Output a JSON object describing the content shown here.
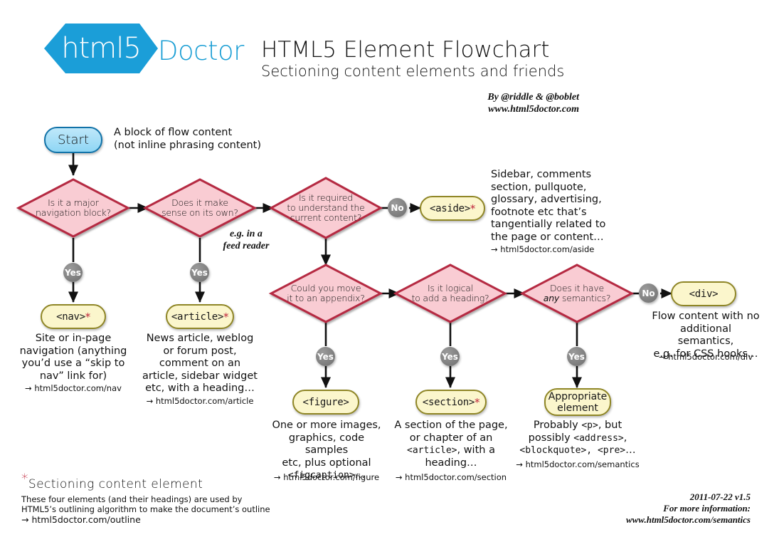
{
  "header": {
    "logo_text": "html5",
    "brand": "Doctor",
    "title": "HTML5 Element Flowchart",
    "subtitle": "Sectioning content elements and friends",
    "byline_line1": "By @riddle & @boblet",
    "byline_line2": "www.html5doctor.com",
    "logo_color": "#1b9ed8"
  },
  "start": {
    "label": "Start",
    "note_line1": "A block of flow content",
    "note_line2": "(not inline phrasing content)"
  },
  "decisions": {
    "d1": {
      "line1": "Is it a major",
      "line2": "navigation block?"
    },
    "d2": {
      "line1": "Does it make",
      "line2": "sense on its own?"
    },
    "d3": {
      "line1": "Is it required",
      "line2": "to understand the",
      "line3": "current content?"
    },
    "d4": {
      "line1": "Could you move",
      "line2": "it to an appendix?"
    },
    "d5": {
      "line1": "Is it logical",
      "line2": "to add a heading?"
    },
    "d6": {
      "line1": "Does it have",
      "line2_italic": "any",
      "line2_rest": " semantics?"
    }
  },
  "badges": {
    "yes": "Yes",
    "no": "No"
  },
  "notes": {
    "feed_reader_line1": "e.g. in a",
    "feed_reader_line2": "feed reader"
  },
  "outcomes": {
    "aside": {
      "tag": "<aside>",
      "sectioning": true,
      "desc": "Sidebar, comments section, pullquote, glossary, advertising, footnote etc that’s tangentially related to the page or content…",
      "link": "→ html5doctor.com/aside"
    },
    "nav": {
      "tag": "<nav>",
      "sectioning": true,
      "desc": "Site or in-page navigation (anything you’d use a “skip to nav” link for)",
      "link": "→ html5doctor.com/nav"
    },
    "article": {
      "tag": "<article>",
      "sectioning": true,
      "desc": "News article, weblog or forum post, comment on an article, sidebar widget etc, with a heading…",
      "link": "→ html5doctor.com/article"
    },
    "figure": {
      "tag": "<figure>",
      "sectioning": false,
      "desc_line1": "One or more images,",
      "desc_line2": "graphics, code samples",
      "desc_line3": "etc, plus optional",
      "desc_line4_mono": "<figcaption>",
      "desc_line4_rest": "…",
      "link": "→ html5doctor.com/figure"
    },
    "section": {
      "tag": "<section>",
      "sectioning": true,
      "desc_line1": "A section of the page,",
      "desc_line2": "or chapter of an",
      "desc_line3_mono": "<article>",
      "desc_line3_rest": ", with a",
      "desc_line4": "heading…",
      "link": "→ html5doctor.com/section"
    },
    "appropriate": {
      "tag_line1": "Appropriate",
      "tag_line2": "element",
      "desc_line1_a": "Probably ",
      "desc_line1_mono": "<p>",
      "desc_line1_b": ", but",
      "desc_line2_a": "possibly ",
      "desc_line2_mono": "<address>",
      "desc_line2_b": ",",
      "desc_line3_mono": "<blockquote>, <pre>",
      "desc_line3_rest": "…",
      "link": "→ html5doctor.com/semantics"
    },
    "div": {
      "tag": "<div>",
      "sectioning": false,
      "desc_line1": "Flow content with no",
      "desc_line2": "additional semantics,",
      "desc_line3": "e.g. for CSS hooks…",
      "link": "→ html5doctor.com/div"
    }
  },
  "footer": {
    "legend_title": "Sectioning content element",
    "legend_line1": "These four elements (and their headings) are used by",
    "legend_line2": "HTML5’s outlining algorithm to make the document’s outline",
    "legend_link": "→ html5doctor.com/outline",
    "version": "2011-07-22 v1.5",
    "more_info": "For more information:",
    "site": "www.html5doctor.com/semantics"
  },
  "colors": {
    "diamond_fill": "#f9ccd3",
    "diamond_stroke": "#b52a43",
    "terminal_fill": "#fbf6cc",
    "terminal_stroke": "#8f8626",
    "start_fill": "#9fdcf6",
    "start_stroke": "#1172a8",
    "badge_fill": "#7d7d7d",
    "asterisk": "#c0273c",
    "arrow": "#111111"
  }
}
